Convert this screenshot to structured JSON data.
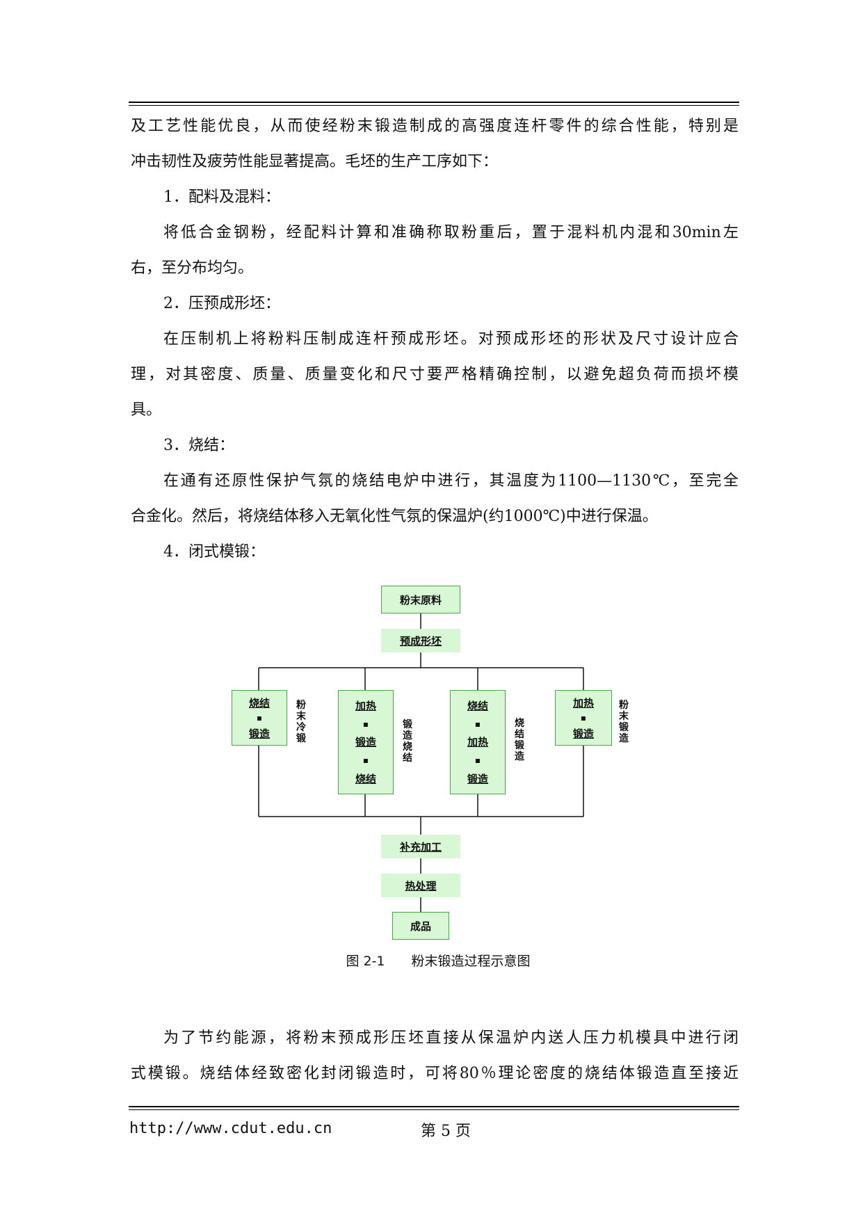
{
  "body_lines": [
    "及工艺性能优良，从而使经粉末锻造制成的高强度连杆零件的综合性能，特别是",
    "冲击韧性及疲劳性能显著提高。毛坯的生产工序如下：",
    "1．配料及混料：",
    "将低合金钢粉，经配料计算和准确称取粉重后，置于混料机内混和30min左",
    "右，至分布均匀。",
    "2．压预成形坯：",
    "在压制机上将粉料压制成连杆预成形坯。对预成形坯的形状及尺寸设计应合",
    "理，对其密度、质量、质量变化和尺寸要严格精确控制，以避免超负荷而损坏模",
    "具。",
    "3．烧结：",
    "在通有还原性保护气氛的烧结电炉中进行，其温度为1100—1130℃，至完全",
    "合金化。然后，将烧结体移入无氧化性气氛的保温炉(约1000℃)中进行保温。",
    "4．闭式模锻："
  ],
  "figure": {
    "top_boxes": [
      "粉末原料",
      "预成形坯"
    ],
    "branches": [
      {
        "steps": [
          "烧结",
          "锻造"
        ],
        "label": "粉末冷锻"
      },
      {
        "steps": [
          "加热",
          "锻造",
          "烧结"
        ],
        "label": "锻造烧结"
      },
      {
        "steps": [
          "烧结",
          "加热",
          "锻造"
        ],
        "label": "烧结锻造"
      },
      {
        "steps": [
          "加热",
          "锻造"
        ],
        "label": "粉末锻造"
      }
    ],
    "bottom_boxes": [
      "补充加工",
      "热处理",
      "成品"
    ],
    "sep": "▪",
    "caption": "图 2-1　　粉末锻造过程示意图"
  },
  "after_lines": [
    "为了节约能源，将粉末预成形压坯直接从保温炉内送人压力机模具中进行闭",
    "式模锻。烧结体经致密化封闭锻造时，可将80％理论密度的烧结体锻造直至接近"
  ],
  "footer": {
    "url": "http://www.cdut.edu.cn",
    "page": "第 5 页"
  },
  "colors": {
    "box_fill": "#d8f7d5",
    "box_border": "#45a845"
  }
}
